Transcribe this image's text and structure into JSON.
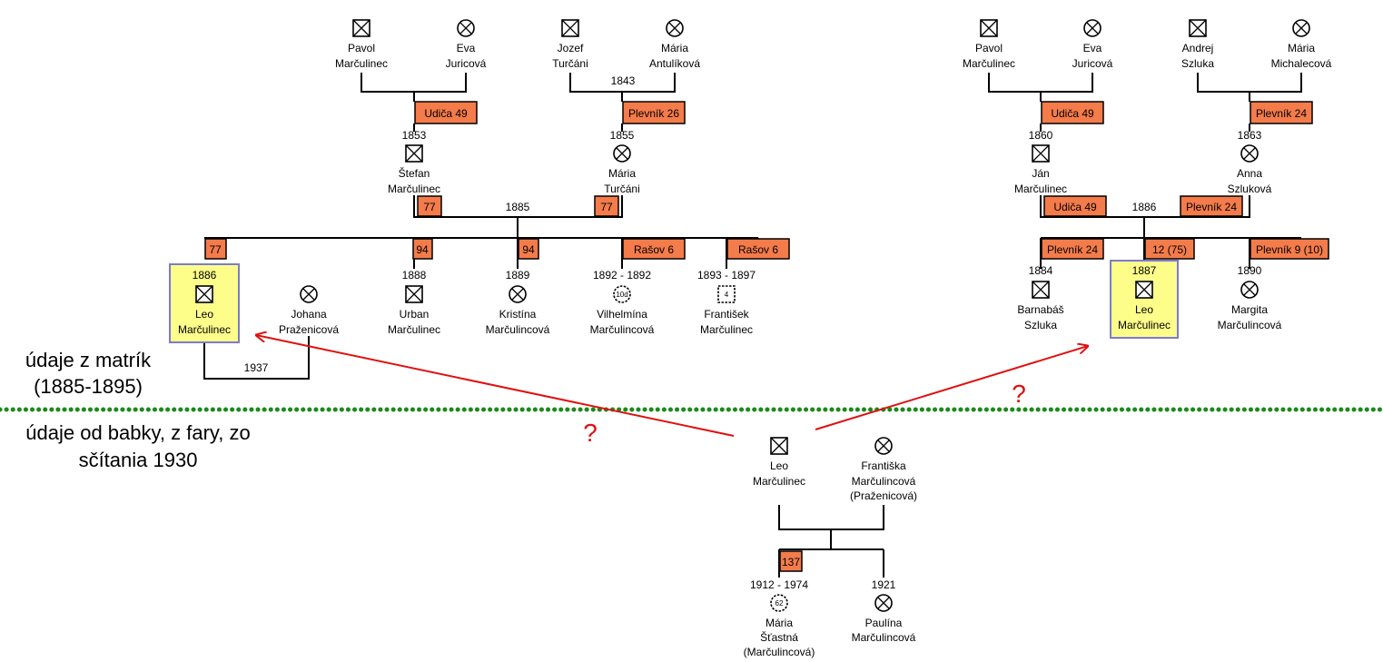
{
  "tree_left": {
    "grandparents": {
      "paternal_father": {
        "first": "Pavol",
        "last": "Marčulinec"
      },
      "paternal_mother": {
        "first": "Eva",
        "last": "Juricová"
      },
      "maternal_father": {
        "first": "Jozef",
        "last": "Turčáni"
      },
      "maternal_mother": {
        "first": "Mária",
        "last": "Antulíková"
      },
      "maternal_marriage_year": "1843"
    },
    "parents": {
      "father": {
        "first": "Štefan",
        "last": "Marčulinec",
        "born": "1853",
        "house_of_birth": "Udiča 49",
        "house": "77"
      },
      "mother": {
        "first": "Mária",
        "last": "Turčáni",
        "born": "1855",
        "house_of_birth": "Plevník 26",
        "house": "77"
      },
      "marriage_year": "1885"
    },
    "children": [
      {
        "house": "77",
        "years": "1886",
        "first": "Leo",
        "last": "Marčulinec",
        "highlight": true
      },
      {
        "house": "94",
        "years": "1888",
        "first": "Urban",
        "last": "Marčulinec"
      },
      {
        "house": "94",
        "years": "1889",
        "first": "Kristína",
        "last": "Marčulincová"
      },
      {
        "house": "Rašov 6",
        "years": "1892 - 1892",
        "first": "Vilhelmína",
        "last": "Marčulincová",
        "age": "10d"
      },
      {
        "house": "Rašov 6",
        "years": "1893 - 1897",
        "first": "František",
        "last": "Marčulinec",
        "age": "4"
      }
    ],
    "spouse": {
      "first": "Johana",
      "last": "Praženicová",
      "marriage_year": "1937"
    }
  },
  "tree_right": {
    "grandparents": {
      "paternal_father": {
        "first": "Pavol",
        "last": "Marčulinec"
      },
      "paternal_mother": {
        "first": "Eva",
        "last": "Juricová"
      },
      "maternal_father": {
        "first": "Andrej",
        "last": "Szluka"
      },
      "maternal_mother": {
        "first": "Mária",
        "last": "Michalecová"
      }
    },
    "parents": {
      "father": {
        "first": "Ján",
        "last": "Marčulinec",
        "born": "1860",
        "house_of_birth": "Udiča 49",
        "house": "Udiča 49"
      },
      "mother": {
        "first": "Anna",
        "last": "Szluková",
        "born": "1863",
        "house_of_birth": "Plevník 24",
        "house": "Plevník 24"
      },
      "marriage_year": "1886"
    },
    "children": [
      {
        "house": "Plevník 24",
        "years": "1884",
        "first": "Barnabáš",
        "last": "Szluka"
      },
      {
        "house": "12 (75)",
        "years": "1887",
        "first": "Leo",
        "last": "Marčulinec",
        "highlight": true
      },
      {
        "house": "Plevník 9 (10)",
        "years": "1890",
        "first": "Margita",
        "last": "Marčulincová"
      }
    ]
  },
  "tree_bottom": {
    "father": {
      "first": "Leo",
      "last": "Marčulinec"
    },
    "mother": {
      "first": "Františka",
      "last": "Marčulincová",
      "maiden": "(Praženicová)"
    },
    "children": [
      {
        "house": "137",
        "years": "1912 - 1974",
        "first": "Mária",
        "last": "Šťastná",
        "extra": "(Marčulincová)",
        "age": "62"
      },
      {
        "years": "1921",
        "first": "Paulína",
        "last": "Marčulincová"
      }
    ]
  },
  "labels": {
    "upper_source_line1": "údaje z matrík",
    "upper_source_line2": "(1885-1895)",
    "lower_source_line1": "údaje od babky, z fary, zo",
    "lower_source_line2": "sčítania 1930",
    "question_mark": "?"
  },
  "colors": {
    "house_box": "#f47b4a",
    "highlight_fill": "#fdfd8a",
    "highlight_border": "#7b7bd0",
    "arrow": "#e01010",
    "divider": "#1a8a1a"
  }
}
